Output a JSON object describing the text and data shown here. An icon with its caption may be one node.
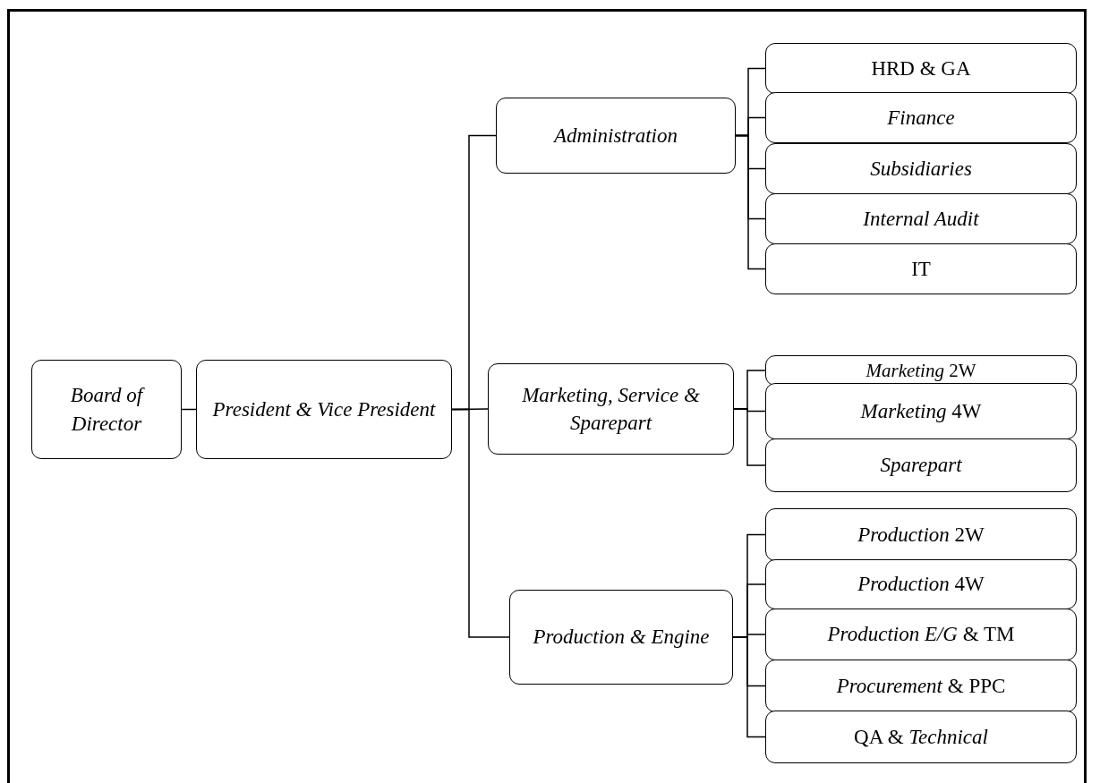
{
  "diagram": {
    "nodes": [
      {
        "text": [
          "Board of Director"
        ]
      },
      {
        "text": [
          "President & Vice President"
        ]
      },
      {
        "text": [
          "Administration"
        ]
      },
      {
        "text": [
          "Marketing, Service & Sparepart"
        ]
      },
      {
        "text": [
          "Production & Engine"
        ]
      },
      {
        "text": [
          "HRD & GA"
        ]
      },
      {
        "text": [
          "Finance"
        ]
      },
      {
        "text": [
          "Subsidiaries"
        ]
      },
      {
        "text": [
          "Internal Audit"
        ]
      },
      {
        "text": [
          "IT"
        ]
      },
      {
        "text": [
          "*Marketing* 2W"
        ]
      },
      {
        "text": [
          "*Marketing* 4W"
        ]
      },
      {
        "text": [
          "Sparepart"
        ]
      },
      {
        "text": [
          "*Production* 2W"
        ]
      },
      {
        "text": [
          "*Production* 4W"
        ]
      },
      {
        "text": [
          "*Production E/G* & TM"
        ]
      },
      {
        "text": [
          "*Procurement* & PPC"
        ]
      },
      {
        "text": [
          "QA & *Technical*"
        ]
      }
    ],
    "edges": [
      {
        "from": 0,
        "to": 1,
        "arrow": "none"
      },
      {
        "from": 1,
        "to": 2,
        "arrow": "none"
      },
      {
        "from": 1,
        "to": 3,
        "arrow": "none"
      },
      {
        "from": 1,
        "to": 4,
        "arrow": "none"
      },
      {
        "from": 2,
        "to": 5,
        "arrow": "none"
      },
      {
        "from": 2,
        "to": 6,
        "arrow": "none"
      },
      {
        "from": 2,
        "to": 7,
        "arrow": "none"
      },
      {
        "from": 2,
        "to": 8,
        "arrow": "none"
      },
      {
        "from": 2,
        "to": 9,
        "arrow": "none"
      },
      {
        "from": 3,
        "to": 10,
        "arrow": "none"
      },
      {
        "from": 3,
        "to": 11,
        "arrow": "none"
      },
      {
        "from": 3,
        "to": 12,
        "arrow": "none"
      },
      {
        "from": 4,
        "to": 13,
        "arrow": "none"
      },
      {
        "from": 4,
        "to": 14,
        "arrow": "none"
      },
      {
        "from": 4,
        "to": 15,
        "arrow": "none"
      },
      {
        "from": 4,
        "to": 16,
        "arrow": "none"
      },
      {
        "from": 4,
        "to": 17,
        "arrow": "none"
      }
    ]
  }
}
